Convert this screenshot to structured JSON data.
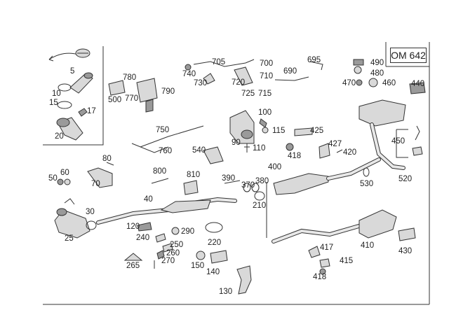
{
  "diagram": {
    "engine_code": "OM 642",
    "parts": [
      "5",
      "10",
      "15",
      "17",
      "20",
      "25",
      "30",
      "40",
      "50",
      "60",
      "70",
      "80",
      "90",
      "100",
      "110",
      "115",
      "120",
      "130",
      "140",
      "150",
      "210",
      "220",
      "240",
      "250",
      "260",
      "265",
      "270",
      "290",
      "370",
      "380",
      "390",
      "400",
      "410",
      "415",
      "417",
      "418",
      "418",
      "420",
      "425",
      "427",
      "430",
      "440",
      "450",
      "460",
      "470",
      "480",
      "490",
      "500",
      "520",
      "530",
      "540",
      "695",
      "690",
      "700",
      "705",
      "710",
      "715",
      "720",
      "725",
      "730",
      "740",
      "750",
      "760",
      "770",
      "780",
      "790",
      "800",
      "810"
    ]
  }
}
